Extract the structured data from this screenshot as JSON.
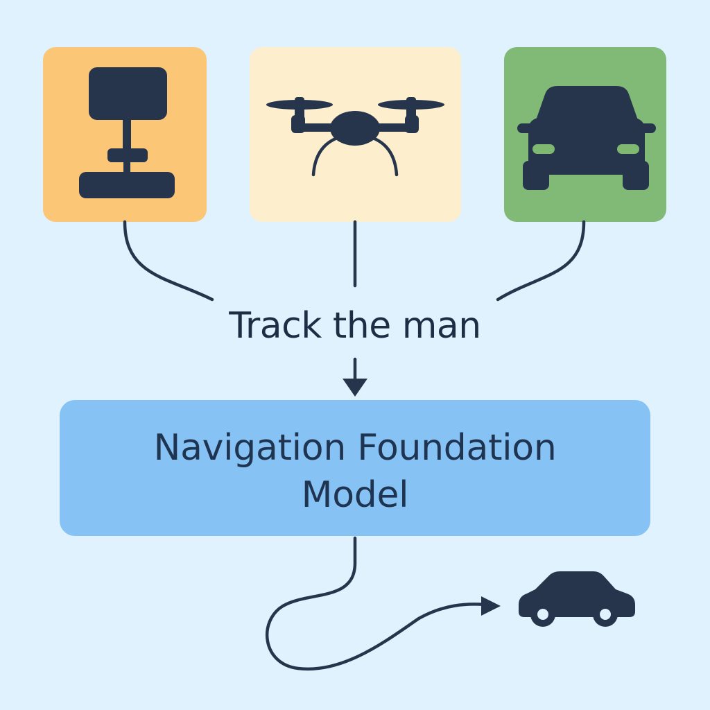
{
  "colors": {
    "background": "#dff2fd",
    "ink": "#27354c",
    "robot_tile": "#fcc677",
    "drone_tile": "#fdeece",
    "car_tile": "#80ba76",
    "model_box": "#86c2f4",
    "car_headlight": "#7fb870"
  },
  "embodiments": [
    {
      "name": "robot-arm",
      "icon": "robot-arm-icon"
    },
    {
      "name": "drone",
      "icon": "drone-icon"
    },
    {
      "name": "car-front",
      "icon": "car-front-icon"
    }
  ],
  "instruction": {
    "text": "Track the man"
  },
  "model": {
    "line1": "Navigation Foundation",
    "line2": "Model"
  },
  "output": {
    "icon": "car-side-icon"
  }
}
